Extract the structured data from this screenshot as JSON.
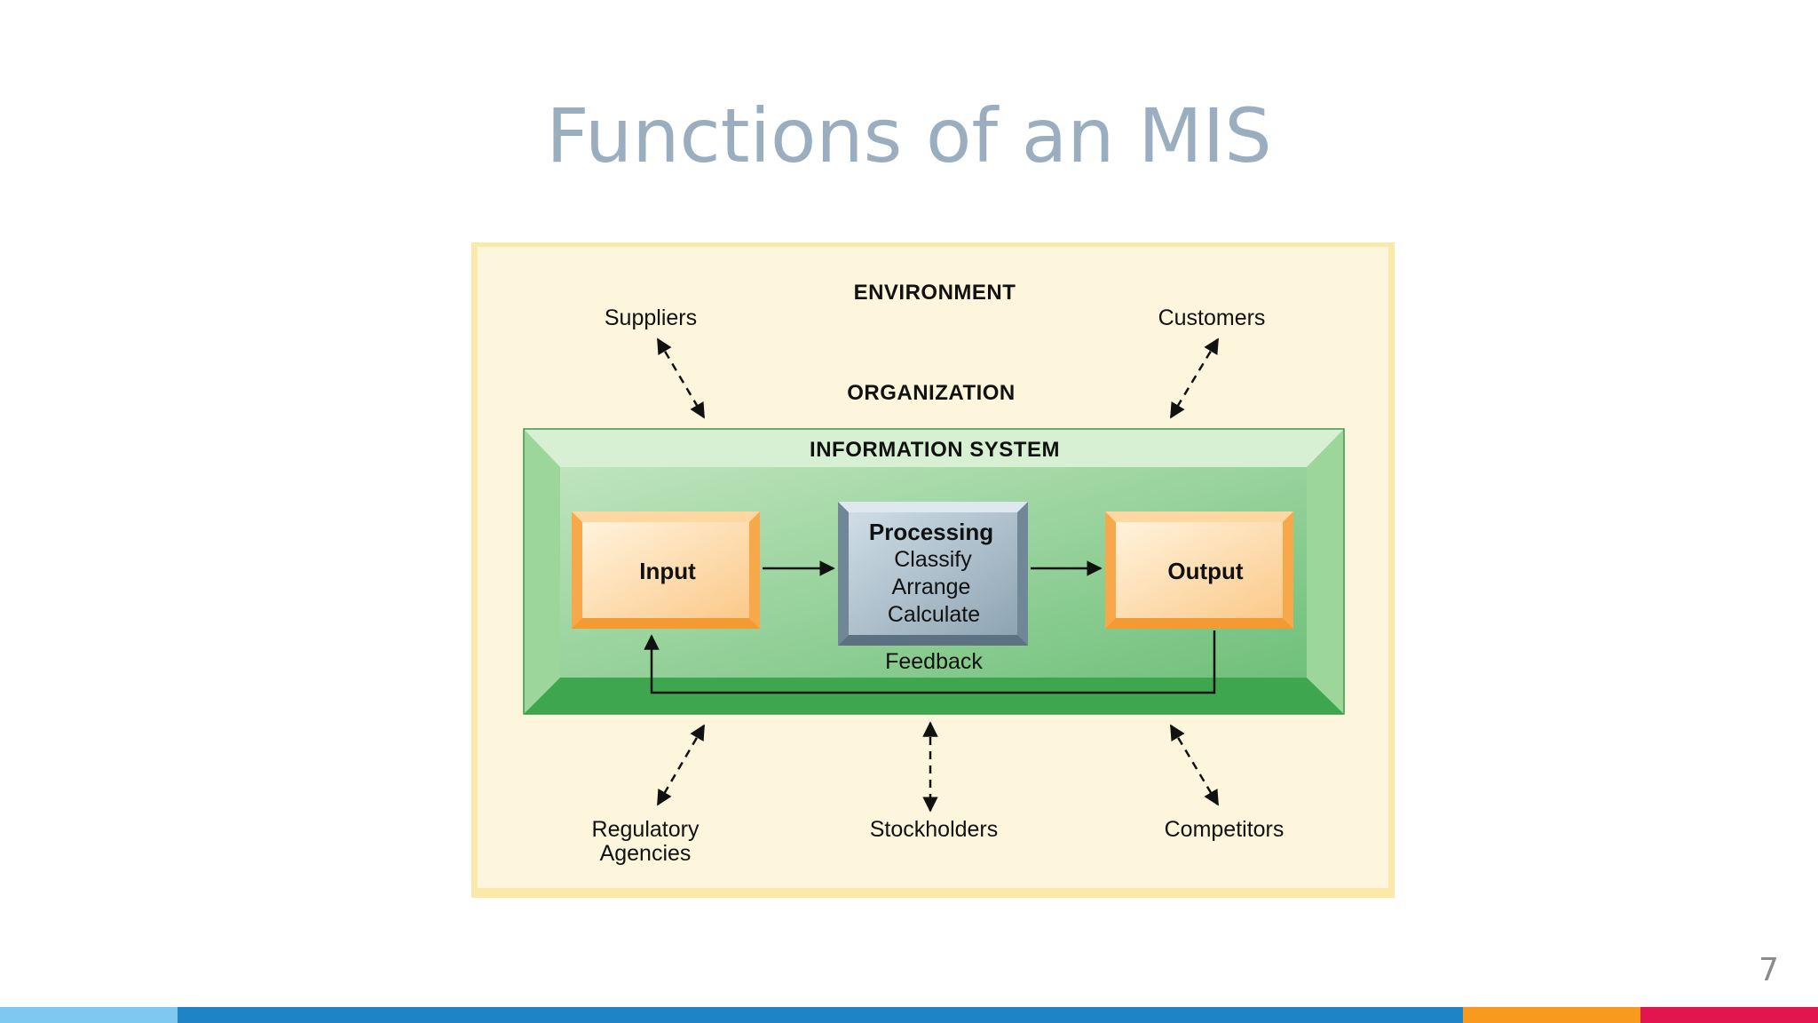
{
  "slide": {
    "title": "Functions of an MIS",
    "page_number": "7"
  },
  "diagram": {
    "environment_label": "ENVIRONMENT",
    "organization_label": "ORGANIZATION",
    "information_system_label": "INFORMATION SYSTEM",
    "input_label": "Input",
    "processing": {
      "title": "Processing",
      "steps": [
        "Classify",
        "Arrange",
        "Calculate"
      ]
    },
    "output_label": "Output",
    "feedback_label": "Feedback",
    "stakeholders": {
      "suppliers": "Suppliers",
      "customers": "Customers",
      "regulatory_line1": "Regulatory",
      "regulatory_line2": "Agencies",
      "stockholders": "Stockholders",
      "competitors": "Competitors"
    }
  },
  "colors": {
    "title": "#9aaebf",
    "environment_bg": "#fdf6dc",
    "system_green": "#4caf5e",
    "box_orange": "#f7a84a",
    "processing_blue": "#8ea4b3"
  },
  "footer_colors": [
    "#7fc8f0",
    "#1f84c6",
    "#f79a1e",
    "#e3154f"
  ]
}
